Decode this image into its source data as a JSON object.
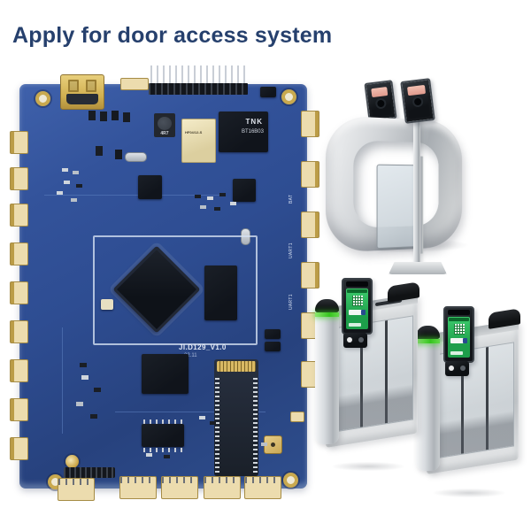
{
  "page": {
    "title": "Apply for door access system",
    "title_color": "#26406d",
    "background_color": "#ffffff"
  },
  "pcb": {
    "model_silkscreen": "JI.D129_V1.0",
    "revision_silkscreen": "22.11",
    "ethernet_transformer_brand": "TNK",
    "ethernet_transformer_part": "BT16B03",
    "relay_part": "HF04/12-S",
    "inductor_value": "4R7",
    "connector_labels": {
      "bat": "BAT",
      "uart_a": "UART1",
      "uart_b": "UART1"
    },
    "colors": {
      "board_blue": "#2e4d92",
      "chip_black": "#14181f",
      "connector_cream": "#ecdcae",
      "gold": "#c9a94f",
      "silkscreen_white": "#e2e9f5"
    }
  },
  "turnstile_top": {
    "colors": {
      "frame_silver": "#c6cacd",
      "glass": "#cfd8dd",
      "terminal_black": "#1a1e23",
      "terminal_face_pink": "#e8a99b"
    }
  },
  "turnstile_bottom": {
    "colors": {
      "body_silver": "#d0d4d6",
      "led_green": "#3fcf2e",
      "screen_green": "#2ab757",
      "cap_black": "#17191c"
    }
  }
}
